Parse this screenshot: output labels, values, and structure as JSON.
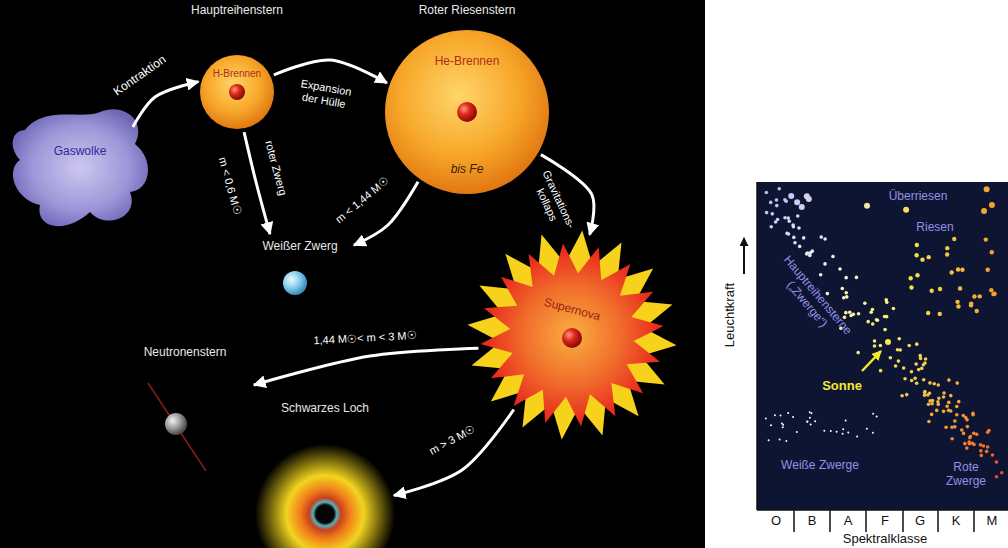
{
  "diagram": {
    "nodes": [
      {
        "text": [
          "Gaswolke"
        ]
      },
      {
        "text": [
          "Hauptreihenstern",
          "H-Brennen"
        ]
      },
      {
        "text": [
          "Roter Riesenstern",
          "He-Brennen",
          "bis Fe"
        ]
      },
      {
        "text": [
          "Weißer Zwerg"
        ]
      },
      {
        "text": [
          "Supernova"
        ]
      },
      {
        "text": [
          "Neutronenstern"
        ]
      },
      {
        "text": [
          "Schwarzes Loch"
        ]
      }
    ],
    "edges": [
      {
        "from": 0,
        "to": 1,
        "arrow": "to",
        "label": "Kontraktion"
      },
      {
        "from": 1,
        "to": 2,
        "arrow": "to",
        "label": "Expansion der Hülle"
      },
      {
        "from": 1,
        "to": 3,
        "arrow": "to",
        "label": "m < 0,6 M☉"
      },
      {
        "from": 2,
        "to": 3,
        "arrow": "to",
        "label": "m < 1,44 M☉"
      },
      {
        "from": 2,
        "to": 4,
        "arrow": "to",
        "label": "Gravitations- kollaps"
      },
      {
        "from": 4,
        "to": 5,
        "arrow": "to",
        "label": "1,44 M☉< m < 3 M☉"
      },
      {
        "from": 4,
        "to": 6,
        "arrow": "to",
        "label": "m > 3 M☉"
      }
    ],
    "labels": [
      "roter Zwerg",
      "Überriesen",
      "Riesen",
      "Hauptreihensterne („Zwerge“)",
      "Sonne",
      "Weiße Zwerge",
      "Rote Zwerge",
      "Leuchtkraft",
      "O",
      "B",
      "A",
      "F",
      "G",
      "K",
      "M",
      "Spektralklasse"
    ]
  }
}
